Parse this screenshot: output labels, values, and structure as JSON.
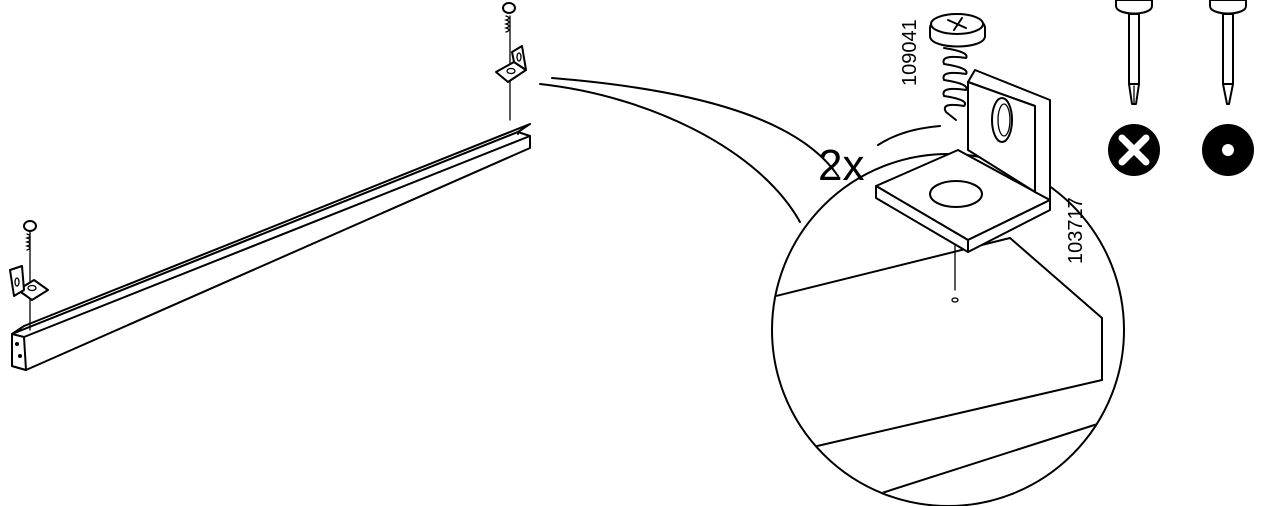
{
  "callout": {
    "quantity_label": "2x",
    "screw_part_number": "109041",
    "bracket_part_number": "103717"
  },
  "tool_icons": [
    {
      "name": "phillips-screwdriver",
      "status": "not-allowed",
      "status_icon": "x-circle-icon"
    },
    {
      "name": "flat-screwdriver",
      "status": "allowed",
      "status_icon": "ok-circle-icon"
    }
  ],
  "colors": {
    "ink": "#000000",
    "paper": "#ffffff"
  }
}
